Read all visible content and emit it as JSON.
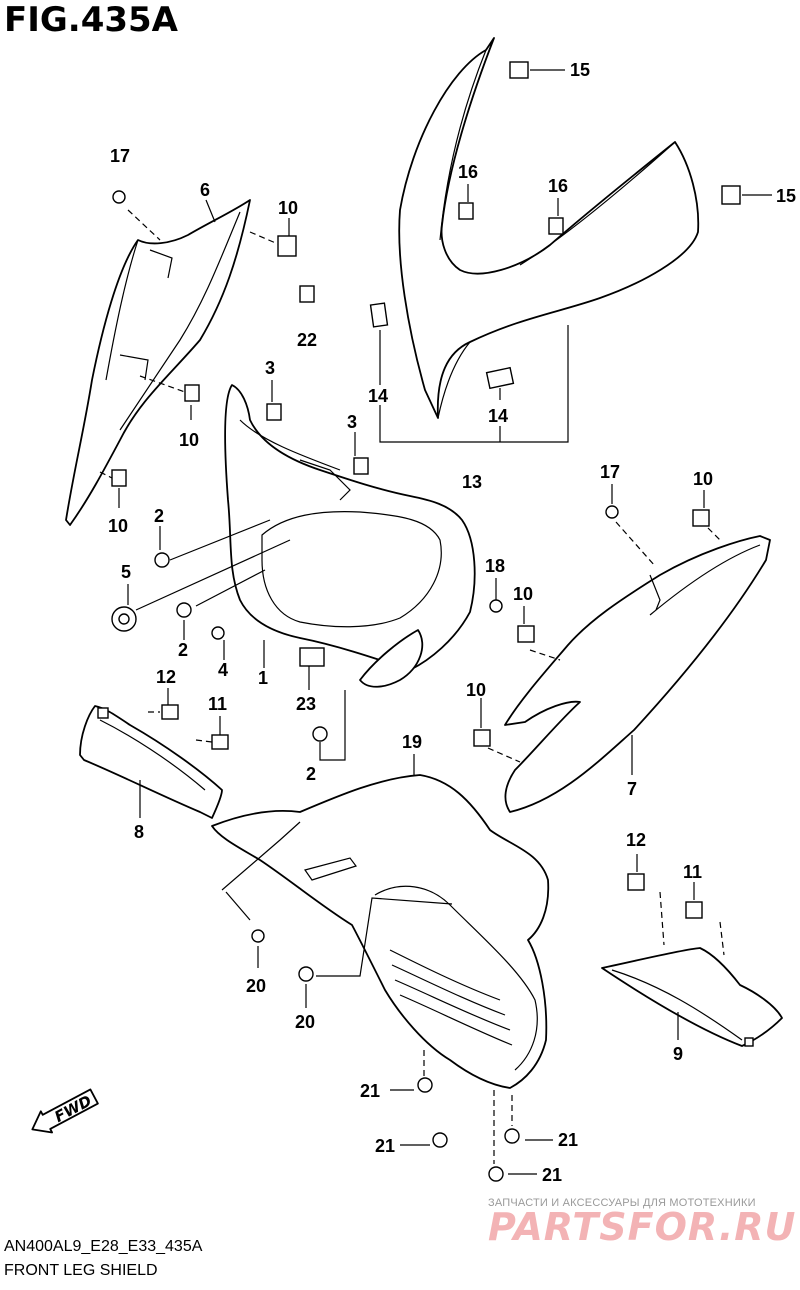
{
  "figure": {
    "title": "FIG.435A",
    "code": "AN400AL9_E28_E33_435A",
    "name": "FRONT LEG SHIELD"
  },
  "watermark": {
    "subtitle": "ЗАПЧАСТИ И АКСЕССУАРЫ ДЛЯ МОТОТЕХНИКИ",
    "brand": "PARTSFOR.RU",
    "color": "#f3b3b5"
  },
  "direction_badge": {
    "label": "FWD",
    "icon": "arrow-left-icon"
  },
  "callouts": {
    "c1": "1",
    "c2a": "2",
    "c2b": "2",
    "c2c": "2",
    "c3a": "3",
    "c3b": "3",
    "c4": "4",
    "c5": "5",
    "c6": "6",
    "c7": "7",
    "c8": "8",
    "c9": "9",
    "c10a": "10",
    "c10b": "10",
    "c10c": "10",
    "c10d": "10",
    "c10e": "10",
    "c10f": "10",
    "c11a": "11",
    "c11b": "11",
    "c12a": "12",
    "c12b": "12",
    "c13": "13",
    "c14a": "14",
    "c14b": "14",
    "c15a": "15",
    "c15b": "15",
    "c16a": "16",
    "c16b": "16",
    "c17a": "17",
    "c17b": "17",
    "c18": "18",
    "c19": "19",
    "c20a": "20",
    "c20b": "20",
    "c21a": "21",
    "c21b": "21",
    "c21c": "21",
    "c21d": "21",
    "c22": "22",
    "c23": "23"
  }
}
